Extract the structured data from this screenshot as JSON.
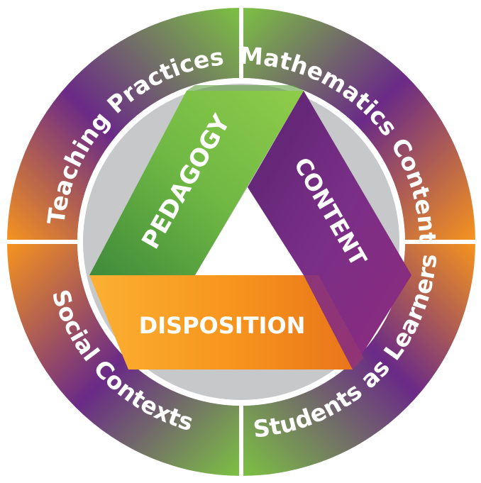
{
  "outer_ring": {
    "teaching_practices": "Teaching Practices",
    "mathematics_content": "Mathematics Content",
    "social_contexts": "Social Contexts",
    "students_as_learners": "Students as Learners"
  },
  "triangle": {
    "pedagogy": "PEDAGOGY",
    "content": "CONTENT",
    "disposition": "DISPOSITION"
  },
  "colors": {
    "green": "#7cc242",
    "purple": "#6a2a87",
    "orange": "#f7941d",
    "inner_disc": "#c7c8ca",
    "divider": "#ffffff"
  }
}
